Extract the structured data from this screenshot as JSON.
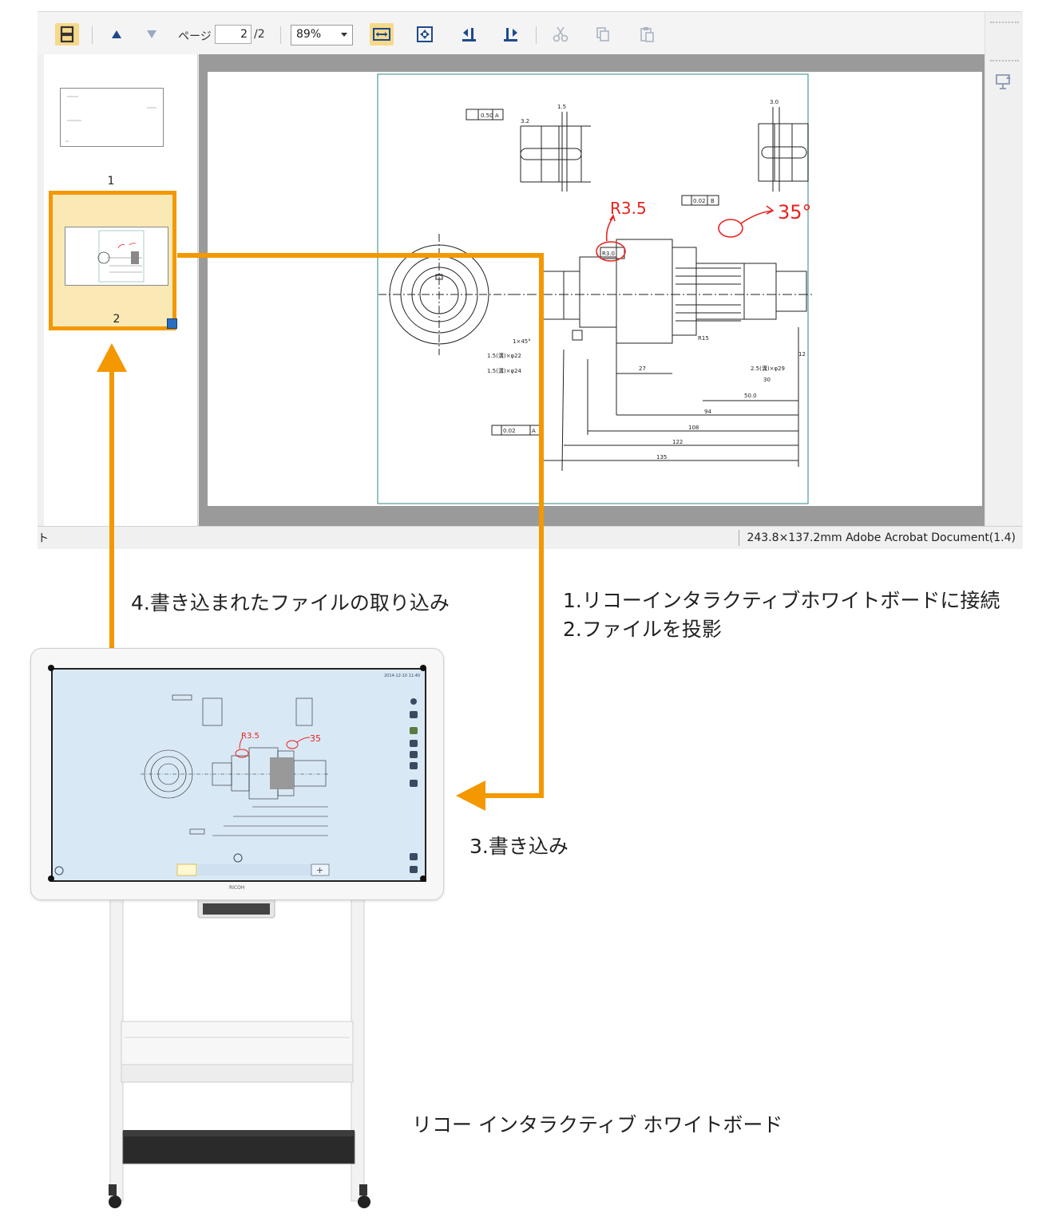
{
  "viewer": {
    "toolbar": {
      "page_label": "ページ",
      "page_value": "2",
      "page_total": "/2",
      "zoom_value": "89%"
    },
    "thumbnails": [
      {
        "number": "1",
        "selected": false
      },
      {
        "number": "2",
        "selected": true
      }
    ],
    "status": {
      "stub": "ト",
      "info": "243.8×137.2mm Adobe Acrobat Document(1.4)"
    },
    "drawing_annotations": {
      "radius": "R3.5",
      "angle": "35°"
    },
    "drawing_text": {
      "t_flat": "0.50",
      "t_a": "A",
      "t_15": "1.5",
      "t_32": "3.2",
      "t_30": "3.0",
      "t_002b": "0.02",
      "t_b": "B",
      "t_r30": "R3.0",
      "t_r15": "R15",
      "t_1x45": "1×45°",
      "t_15x22": "1.5(溝)×φ22",
      "t_15x24": "1.5(溝)×φ24",
      "t_25x29": "2.5(溝)×φ29",
      "t_27": "27",
      "t_30b": "30",
      "t_500": "50.0",
      "t_94": "94",
      "t_108": "108",
      "t_122": "122",
      "t_135": "135",
      "t_12": "12",
      "t_002a": "0.02",
      "t_a2": "A"
    }
  },
  "steps": {
    "step1": "1.リコーインタラクティブホワイトボードに接続",
    "step2": "2.ファイルを投影",
    "step3": "3.書き込み",
    "step4": "4.書き込まれたファイルの取り込み"
  },
  "board": {
    "caption": "リコー インタラクティブ ホワイトボード",
    "brand": "RICOH",
    "clock": "2014-12-10 11:40",
    "annotation_radius": "R3.5",
    "annotation_angle": "35"
  },
  "colors": {
    "accent": "#f39800",
    "annotation": "#e8231e",
    "highlight": "#f7d98a"
  }
}
